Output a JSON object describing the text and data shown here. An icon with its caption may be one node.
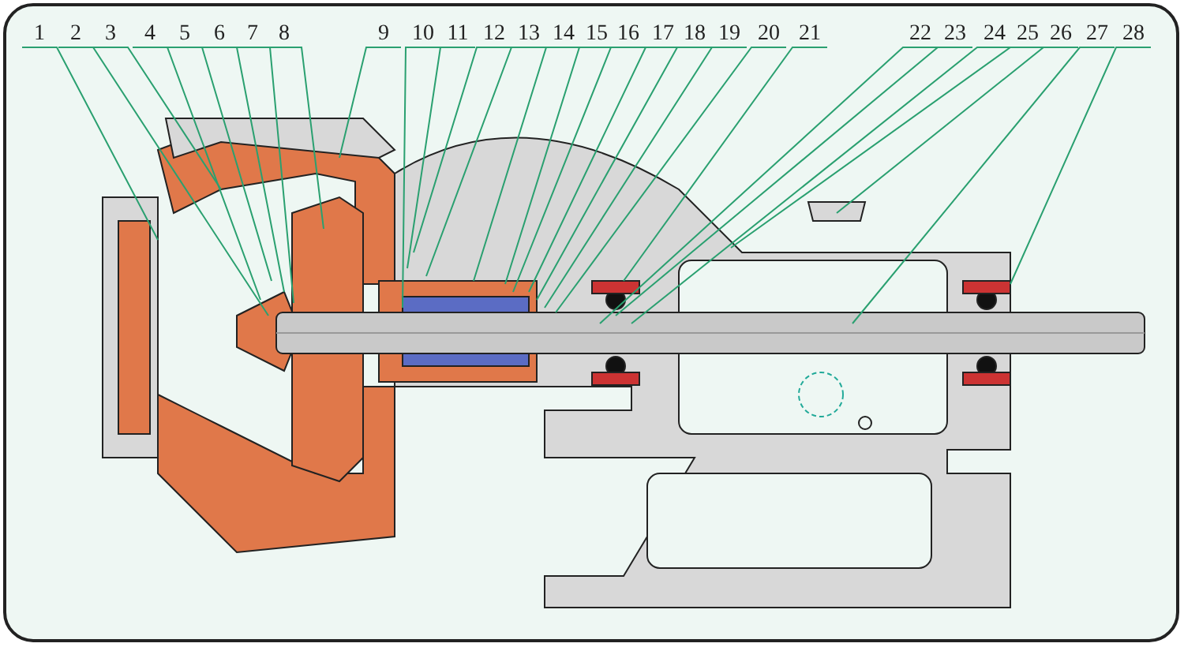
{
  "diagram": {
    "nodes": [
      {
        "text": [
          "1"
        ]
      },
      {
        "text": [
          "2"
        ]
      },
      {
        "text": [
          "3"
        ]
      },
      {
        "text": [
          "4"
        ]
      },
      {
        "text": [
          "5"
        ]
      },
      {
        "text": [
          "6"
        ]
      },
      {
        "text": [
          "7"
        ]
      },
      {
        "text": [
          "8"
        ]
      },
      {
        "text": [
          "9"
        ]
      },
      {
        "text": [
          "10"
        ]
      },
      {
        "text": [
          "11"
        ]
      },
      {
        "text": [
          "12"
        ]
      },
      {
        "text": [
          "13"
        ]
      },
      {
        "text": [
          "14"
        ]
      },
      {
        "text": [
          "15"
        ]
      },
      {
        "text": [
          "16"
        ]
      },
      {
        "text": [
          "17"
        ]
      },
      {
        "text": [
          "18"
        ]
      },
      {
        "text": [
          "19"
        ]
      },
      {
        "text": [
          "20"
        ]
      },
      {
        "text": [
          "21"
        ]
      },
      {
        "text": [
          "22"
        ]
      },
      {
        "text": [
          "23"
        ]
      },
      {
        "text": [
          "24"
        ]
      },
      {
        "text": [
          "25"
        ]
      },
      {
        "text": [
          "26"
        ]
      },
      {
        "text": [
          "27"
        ]
      },
      {
        "text": [
          "28"
        ]
      }
    ],
    "edges": [
      {
        "from": 0,
        "to": null,
        "arrow": "none"
      },
      {
        "from": 1,
        "to": null,
        "arrow": "none"
      },
      {
        "from": 2,
        "to": null,
        "arrow": "none"
      },
      {
        "from": 3,
        "to": null,
        "arrow": "none"
      },
      {
        "from": 4,
        "to": null,
        "arrow": "none"
      },
      {
        "from": 5,
        "to": null,
        "arrow": "none"
      },
      {
        "from": 6,
        "to": null,
        "arrow": "none"
      },
      {
        "from": 7,
        "to": null,
        "arrow": "none"
      },
      {
        "from": 8,
        "to": null,
        "arrow": "none"
      },
      {
        "from": 9,
        "to": null,
        "arrow": "none"
      },
      {
        "from": 10,
        "to": null,
        "arrow": "none"
      },
      {
        "from": 11,
        "to": null,
        "arrow": "none"
      },
      {
        "from": 12,
        "to": null,
        "arrow": "none"
      },
      {
        "from": 13,
        "to": null,
        "arrow": "none"
      },
      {
        "from": 14,
        "to": null,
        "arrow": "none"
      },
      {
        "from": 15,
        "to": null,
        "arrow": "none"
      },
      {
        "from": 16,
        "to": null,
        "arrow": "none"
      },
      {
        "from": 17,
        "to": null,
        "arrow": "none"
      },
      {
        "from": 18,
        "to": null,
        "arrow": "none"
      },
      {
        "from": 19,
        "to": null,
        "arrow": "none"
      },
      {
        "from": 20,
        "to": null,
        "arrow": "none"
      },
      {
        "from": 21,
        "to": null,
        "arrow": "none"
      },
      {
        "from": 22,
        "to": null,
        "arrow": "none"
      },
      {
        "from": 23,
        "to": null,
        "arrow": "none"
      },
      {
        "from": 24,
        "to": null,
        "arrow": "none"
      },
      {
        "from": 25,
        "to": null,
        "arrow": "none"
      },
      {
        "from": 26,
        "to": null,
        "arrow": "none"
      },
      {
        "from": 27,
        "to": null,
        "arrow": "none"
      }
    ]
  }
}
